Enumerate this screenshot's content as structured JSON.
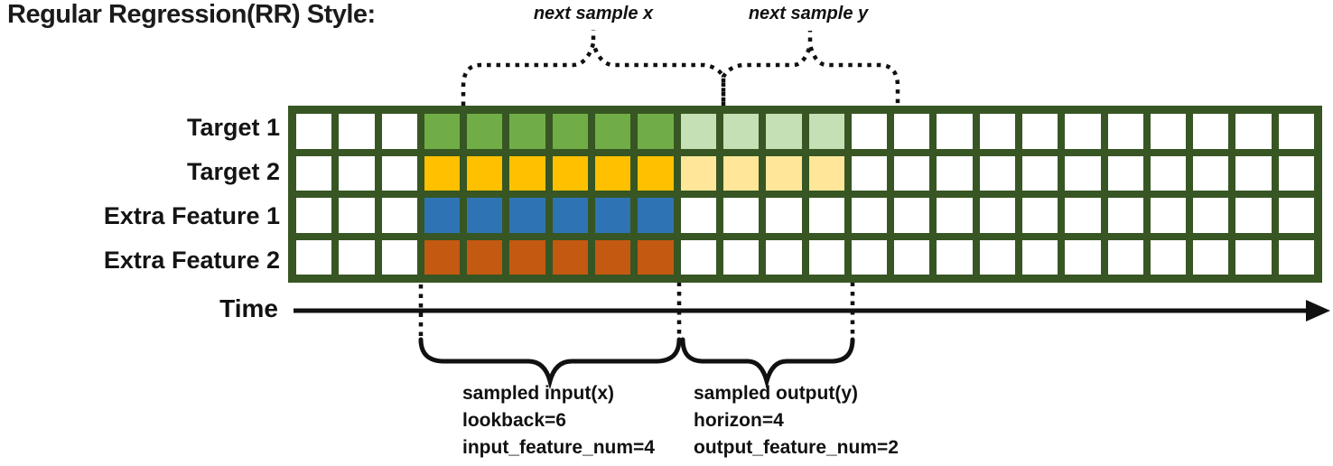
{
  "title": "Regular Regression(RR) Style:",
  "palette": {
    "white": "#FFFFFF",
    "green": "#70AD47",
    "green_light": "#C5E0B4",
    "gold": "#FFC000",
    "gold_light": "#FFE699",
    "blue": "#2E74B5",
    "orange": "#C45911",
    "grid_border": "#375623",
    "annotation_black": "#111111"
  },
  "grid": {
    "columns": 24,
    "rows": [
      {
        "label": "Target 1",
        "cells": [
          "white",
          "white",
          "white",
          "green",
          "green",
          "green",
          "green",
          "green",
          "green",
          "green_light",
          "green_light",
          "green_light",
          "green_light",
          "white",
          "white",
          "white",
          "white",
          "white",
          "white",
          "white",
          "white",
          "white",
          "white",
          "white"
        ]
      },
      {
        "label": "Target 2",
        "cells": [
          "white",
          "white",
          "white",
          "gold",
          "gold",
          "gold",
          "gold",
          "gold",
          "gold",
          "gold_light",
          "gold_light",
          "gold_light",
          "gold_light",
          "white",
          "white",
          "white",
          "white",
          "white",
          "white",
          "white",
          "white",
          "white",
          "white",
          "white"
        ]
      },
      {
        "label": "Extra Feature 1",
        "cells": [
          "white",
          "white",
          "white",
          "blue",
          "blue",
          "blue",
          "blue",
          "blue",
          "blue",
          "white",
          "white",
          "white",
          "white",
          "white",
          "white",
          "white",
          "white",
          "white",
          "white",
          "white",
          "white",
          "white",
          "white",
          "white"
        ]
      },
      {
        "label": "Extra Feature 2",
        "cells": [
          "white",
          "white",
          "white",
          "orange",
          "orange",
          "orange",
          "orange",
          "orange",
          "orange",
          "white",
          "white",
          "white",
          "white",
          "white",
          "white",
          "white",
          "white",
          "white",
          "white",
          "white",
          "white",
          "white",
          "white",
          "white"
        ]
      }
    ]
  },
  "annotations": {
    "next_sample_x": "next sample x",
    "next_sample_y": "next sample y"
  },
  "time_axis": {
    "label": "Time"
  },
  "sampled_input": {
    "lines": [
      "sampled input(x)",
      "lookback=6",
      "input_feature_num=4"
    ]
  },
  "sampled_output": {
    "lines": [
      "sampled output(y)",
      "horizon=4",
      "output_feature_num=2"
    ]
  },
  "params": {
    "lookback": 6,
    "horizon": 4,
    "input_feature_num": 4,
    "output_feature_num": 2
  }
}
